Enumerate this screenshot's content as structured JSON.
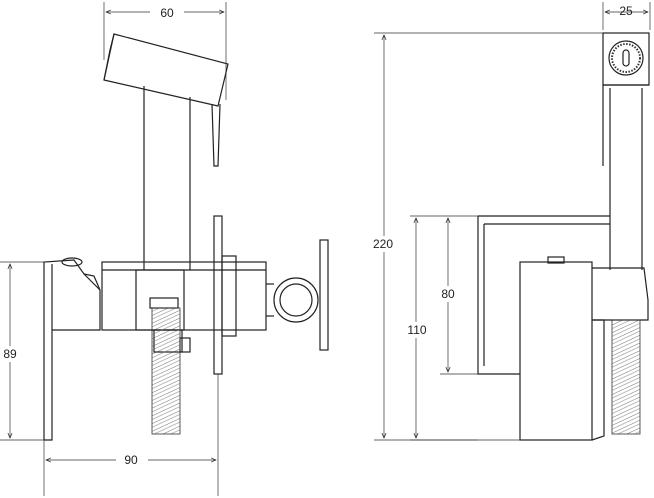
{
  "dimensions": {
    "width_top_left": "60",
    "width_top_right": "25",
    "height_total_right": "220",
    "height_80": "80",
    "height_110": "110",
    "height_89_left": "89",
    "width_90_bottom": "90"
  },
  "colors": {
    "ink": "#222222",
    "background": "#ffffff"
  }
}
